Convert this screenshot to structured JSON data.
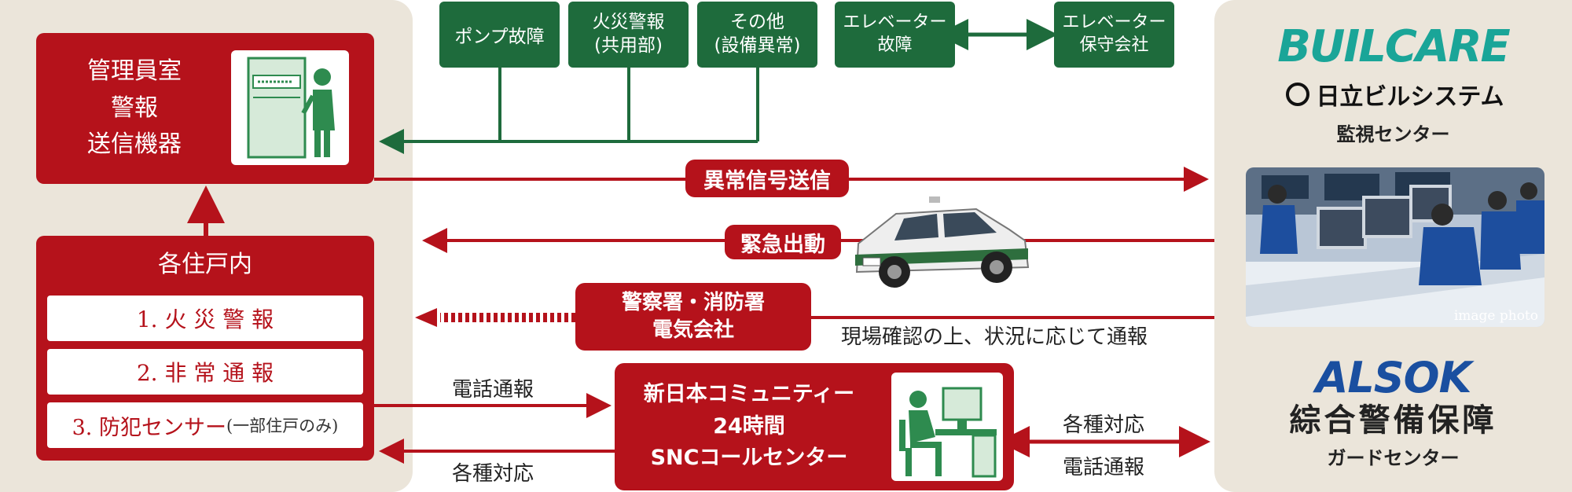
{
  "top_alarms": [
    {
      "label": "ポンプ故障"
    },
    {
      "label": "火災警報\n(共用部)"
    },
    {
      "label": "その他\n(設備異常)"
    },
    {
      "label": "エレベーター\n故障"
    },
    {
      "label": "エレベーター\n保守会社"
    }
  ],
  "manager_box": {
    "title": "管理員室\n警報\n送信機器"
  },
  "unit_box": {
    "title": "各住戸内",
    "items": [
      {
        "label": "1. 火 災 警 報"
      },
      {
        "label": "2. 非 常 通 報"
      },
      {
        "label": "3. 防犯センサー"
      }
    ],
    "item3_note": "(一部住戸のみ)"
  },
  "flows": {
    "signal": "異常信号送信",
    "dispatch": "緊急出動",
    "authorities": "警察署・消防署\n電気会社",
    "confirm": "現場確認の上、状況に応じて通報",
    "phone_report_left": "電話通報",
    "responses_left": "各種対応",
    "responses_right": "各種対応",
    "phone_report_right": "電話通報"
  },
  "snc_box": {
    "title": "新日本コミュニティー\n24時間\nSNCコールセンター"
  },
  "right_panel": {
    "buil_logo": "BUILCARE",
    "hitachi": "日立ビルシステム",
    "monitor": "監視センター",
    "photo_caption": "image photo",
    "alsok_logo": "ALSOK",
    "alsok_full": "綜合警備保障",
    "guard": "ガードセンター"
  },
  "colors": {
    "red": "#b5121b",
    "green": "#1e6b3c",
    "panel": "#ebe5da"
  }
}
